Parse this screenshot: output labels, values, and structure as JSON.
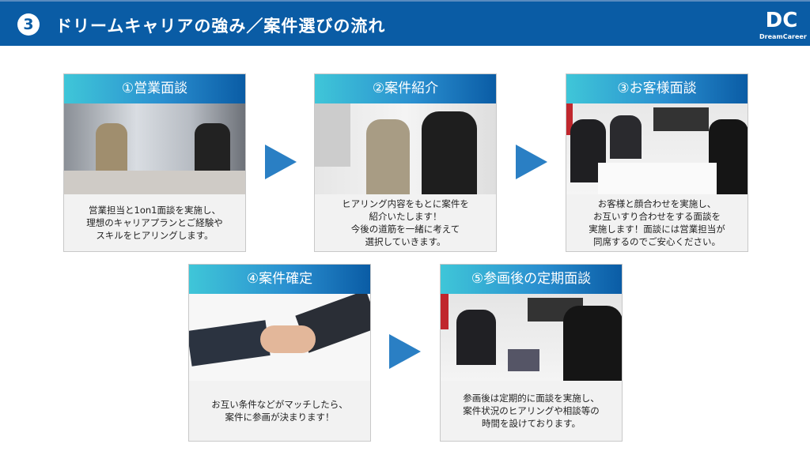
{
  "header": {
    "number": "3",
    "title": "ドリームキャリアの強み／案件選びの流れ",
    "logo_text": "DreamCareer"
  },
  "steps": [
    {
      "title": "①営業面談",
      "text": "営業担当と1on1面談を実施し、\n理想のキャリアプランとご経験や\nスキルをヒアリングします。"
    },
    {
      "title": "②案件紹介",
      "text": "ヒアリング内容をもとに案件を\n紹介いたします！\n今後の道筋を一緒に考えて\n選択していきます。"
    },
    {
      "title": "③お客様面談",
      "text": "お客様と顔合わせを実施し、\nお互いすり合わせをする面談を\n実施します！面談には営業担当が\n同席するのでご安心ください。"
    },
    {
      "title": "④案件確定",
      "text": "お互い条件などがマッチしたら、\n案件に参画が決まります！"
    },
    {
      "title": "⑤参画後の定期面談",
      "text": "参画後は定期的に面談を実施し、\n案件状況のヒアリングや相談等の\n時間を設けております。"
    }
  ],
  "colors": {
    "header": "#0a5ca5",
    "arrow": "#2a7fc4"
  }
}
